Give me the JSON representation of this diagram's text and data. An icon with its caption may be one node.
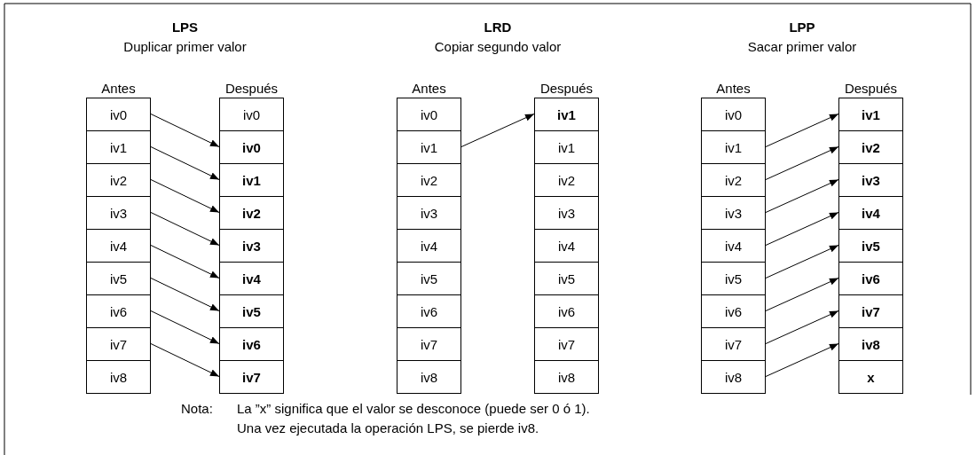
{
  "diagram": {
    "nodes": [
      {
        "text": [
          "iv0"
        ]
      },
      {
        "text": [
          "iv1"
        ]
      },
      {
        "text": [
          "iv2"
        ]
      },
      {
        "text": [
          "iv3"
        ]
      },
      {
        "text": [
          "iv4"
        ]
      },
      {
        "text": [
          "iv5"
        ]
      },
      {
        "text": [
          "iv6"
        ]
      },
      {
        "text": [
          "iv7"
        ]
      },
      {
        "text": [
          "iv8"
        ]
      },
      {
        "text": [
          "iv0"
        ]
      },
      {
        "text": [
          "iv0"
        ]
      },
      {
        "text": [
          "iv1"
        ]
      },
      {
        "text": [
          "iv2"
        ]
      },
      {
        "text": [
          "iv3"
        ]
      },
      {
        "text": [
          "iv4"
        ]
      },
      {
        "text": [
          "iv5"
        ]
      },
      {
        "text": [
          "iv6"
        ]
      },
      {
        "text": [
          "iv7"
        ]
      },
      {
        "text": [
          "iv0"
        ]
      },
      {
        "text": [
          "iv1"
        ]
      },
      {
        "text": [
          "iv2"
        ]
      },
      {
        "text": [
          "iv3"
        ]
      },
      {
        "text": [
          "iv4"
        ]
      },
      {
        "text": [
          "iv5"
        ]
      },
      {
        "text": [
          "iv6"
        ]
      },
      {
        "text": [
          "iv7"
        ]
      },
      {
        "text": [
          "iv8"
        ]
      },
      {
        "text": [
          "iv1"
        ]
      },
      {
        "text": [
          "iv1"
        ]
      },
      {
        "text": [
          "iv2"
        ]
      },
      {
        "text": [
          "iv3"
        ]
      },
      {
        "text": [
          "iv4"
        ]
      },
      {
        "text": [
          "iv5"
        ]
      },
      {
        "text": [
          "iv6"
        ]
      },
      {
        "text": [
          "iv7"
        ]
      },
      {
        "text": [
          "iv8"
        ]
      },
      {
        "text": [
          "iv0"
        ]
      },
      {
        "text": [
          "iv1"
        ]
      },
      {
        "text": [
          "iv2"
        ]
      },
      {
        "text": [
          "iv3"
        ]
      },
      {
        "text": [
          "iv4"
        ]
      },
      {
        "text": [
          "iv5"
        ]
      },
      {
        "text": [
          "iv6"
        ]
      },
      {
        "text": [
          "iv7"
        ]
      },
      {
        "text": [
          "iv8"
        ]
      },
      {
        "text": [
          "iv1"
        ]
      },
      {
        "text": [
          "iv2"
        ]
      },
      {
        "text": [
          "iv3"
        ]
      },
      {
        "text": [
          "iv4"
        ]
      },
      {
        "text": [
          "iv5"
        ]
      },
      {
        "text": [
          "iv6"
        ]
      },
      {
        "text": [
          "iv7"
        ]
      },
      {
        "text": [
          "iv8"
        ]
      },
      {
        "text": [
          "x"
        ]
      }
    ],
    "edges": [
      {
        "from": 0,
        "to": 10,
        "arrow": "to"
      },
      {
        "from": 1,
        "to": 11,
        "arrow": "to"
      },
      {
        "from": 2,
        "to": 12,
        "arrow": "to"
      },
      {
        "from": 3,
        "to": 13,
        "arrow": "to"
      },
      {
        "from": 4,
        "to": 14,
        "arrow": "to"
      },
      {
        "from": 5,
        "to": 15,
        "arrow": "to"
      },
      {
        "from": 6,
        "to": 16,
        "arrow": "to"
      },
      {
        "from": 7,
        "to": 17,
        "arrow": "to"
      },
      {
        "from": 19,
        "to": 27,
        "arrow": "to"
      },
      {
        "from": 37,
        "to": 45,
        "arrow": "to"
      },
      {
        "from": 38,
        "to": 46,
        "arrow": "to"
      },
      {
        "from": 39,
        "to": 47,
        "arrow": "to"
      },
      {
        "from": 40,
        "to": 48,
        "arrow": "to"
      },
      {
        "from": 41,
        "to": 49,
        "arrow": "to"
      },
      {
        "from": 42,
        "to": 50,
        "arrow": "to"
      },
      {
        "from": 43,
        "to": 51,
        "arrow": "to"
      },
      {
        "from": 44,
        "to": 52,
        "arrow": "to"
      }
    ],
    "labels": [
      "LPS",
      "LRD",
      "LPP",
      "Duplicar primer valor",
      "Copiar segundo valor",
      "Sacar primer valor",
      "Antes",
      "Después",
      "Antes",
      "Después",
      "Antes",
      "Después",
      "Nota:",
      "La ”x” significa que el valor se desconoce (puede ser 0 ó 1).",
      "Una vez ejecutada la operación LPS, se pierde iv8."
    ]
  }
}
